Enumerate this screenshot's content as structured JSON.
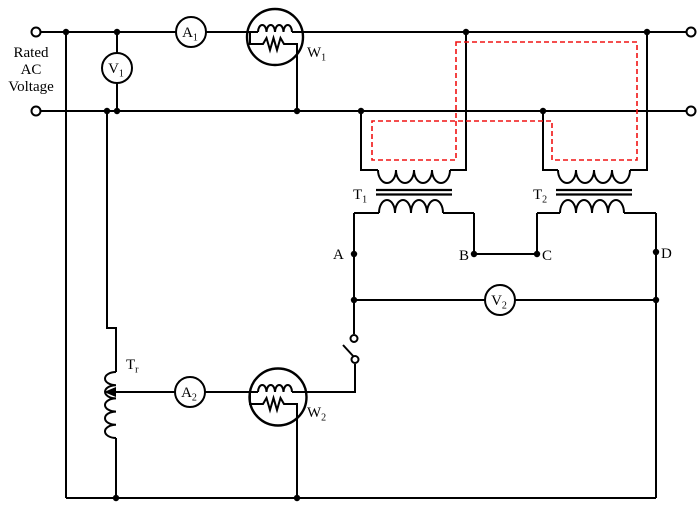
{
  "diagram": {
    "source_label": {
      "line1": "Rated",
      "line2": "AC",
      "line3": "Voltage"
    },
    "meters": {
      "v1": {
        "main": "V",
        "sub": "1"
      },
      "a1": {
        "main": "A",
        "sub": "1"
      },
      "w1": {
        "main": "W",
        "sub": "1"
      },
      "v2": {
        "main": "V",
        "sub": "2"
      },
      "a2": {
        "main": "A",
        "sub": "2"
      },
      "w2": {
        "main": "W",
        "sub": "2"
      }
    },
    "transformers": {
      "t1": {
        "main": "T",
        "sub": "1"
      },
      "t2": {
        "main": "T",
        "sub": "2"
      },
      "tr": {
        "main": "T",
        "sub": "r"
      }
    },
    "nodes": {
      "a": "A",
      "b": "B",
      "c": "C",
      "d": "D"
    },
    "colors": {
      "wire": "#000000",
      "dashed_loop": "#f01414",
      "background": "#ffffff"
    }
  }
}
